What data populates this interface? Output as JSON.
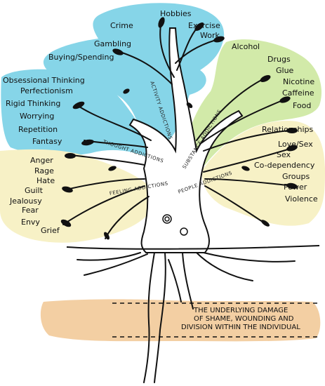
{
  "categories": {
    "activity": {
      "label": "ACTIVITY ADDICTIONS",
      "items": [
        "Hobbies",
        "Crime",
        "Exercise",
        "Gambling",
        "Work",
        "Buying/Spending"
      ]
    },
    "thought": {
      "label": "THOUGHT ADDICTIONS",
      "items": [
        "Obsessional Thinking",
        "Perfectionism",
        "Rigid Thinking",
        "Worrying",
        "Repetition",
        "Fantasy"
      ]
    },
    "substance": {
      "label": "SUBSTANCE ADDICTIONS",
      "items": [
        "Alcohol",
        "Drugs",
        "Glue",
        "Nicotine",
        "Caffeine",
        "Food"
      ]
    },
    "people": {
      "label": "PEOPLE ADDICTIONS",
      "items": [
        "Relationships",
        "Love/Sex",
        "Sex",
        "Co-dependency",
        "Groups",
        "Power",
        "Violence"
      ]
    },
    "feeling": {
      "label": "FEELING ADDICTIONS",
      "items": [
        "Anger",
        "Rage",
        "Hate",
        "Guilt",
        "Jealousy",
        "Fear",
        "Envy",
        "Grief"
      ]
    }
  },
  "roots": {
    "line1": "THE UNDERLYING DAMAGE",
    "line2": "OF SHAME, WOUNDING AND",
    "line3": "DIVISION WITHIN THE INDIVIDUAL"
  },
  "colors": {
    "activity": "#7fd3e6",
    "thought": "#7fd3e6",
    "substance": "#cfe9a8",
    "people": "#f6f0c3",
    "feeling": "#f6f0c3",
    "roots": "#f3cfa3",
    "ink": "#111111"
  }
}
